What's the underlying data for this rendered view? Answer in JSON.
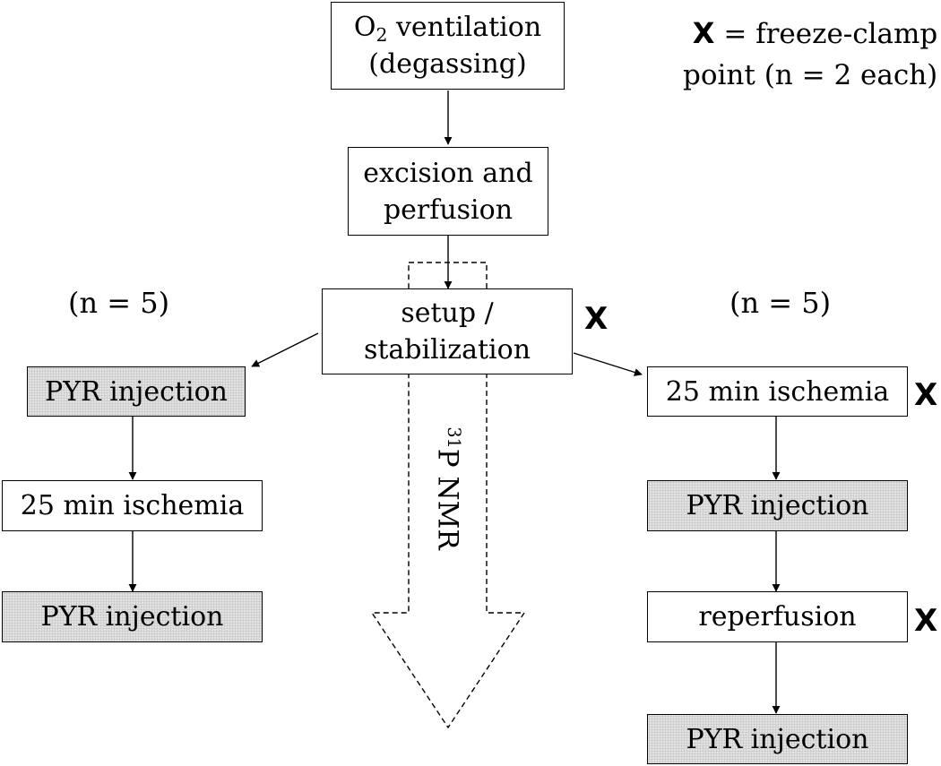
{
  "legend": {
    "mark": "X",
    "line1": "= freeze-clamp",
    "line2": "point (n = 2 each)"
  },
  "center": {
    "o2": "O",
    "o2_sub": "2",
    "o2_rest": " ventilation",
    "degassing": "(degassing)",
    "excision_line1": "excision and",
    "excision_line2": "perfusion",
    "setup_line1": "setup /",
    "setup_line2": "stabilization",
    "nmr_sup": "31",
    "nmr_text": "P NMR"
  },
  "left": {
    "count": "(n = 5)",
    "step1": "PYR injection",
    "step2": "25 min ischemia",
    "step3": "PYR injection"
  },
  "right": {
    "count": "(n = 5)",
    "step1": "25 min ischemia",
    "step2": "PYR injection",
    "step3": "reperfusion",
    "step4": "PYR injection"
  },
  "freeze_marks": [
    "X",
    "X",
    "X"
  ]
}
